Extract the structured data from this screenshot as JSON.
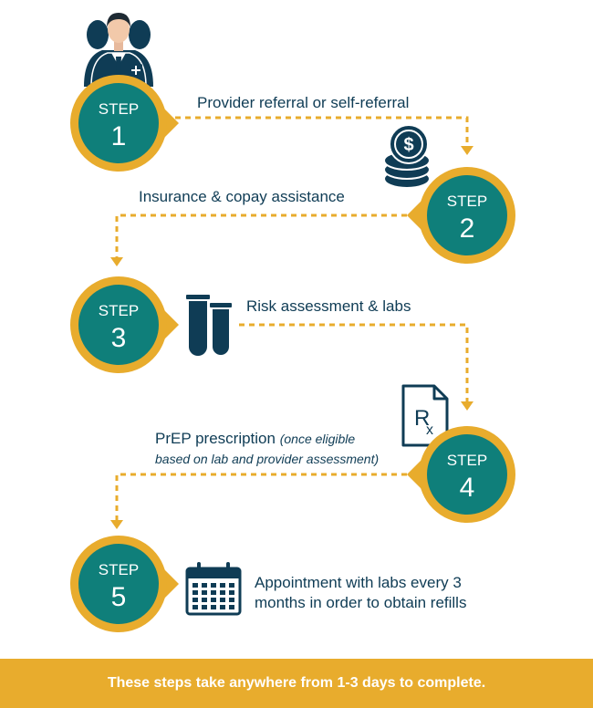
{
  "colors": {
    "teal": "#0f7f7a",
    "gold": "#e8ac2d",
    "navy": "#0f3c55",
    "white": "#ffffff"
  },
  "steps": [
    {
      "word": "STEP",
      "num": "1",
      "text": "Provider referral or self-referral",
      "icon": "provider-icon"
    },
    {
      "word": "STEP",
      "num": "2",
      "text": "Insurance & copay assistance",
      "icon": "coins-icon"
    },
    {
      "word": "STEP",
      "num": "3",
      "text": "Risk assessment & labs",
      "icon": "test-tubes-icon"
    },
    {
      "word": "STEP",
      "num": "4",
      "text": "PrEP prescription",
      "note_line1": "(once eligible",
      "note_line2": "based on lab and provider assessment)",
      "icon": "rx-icon"
    },
    {
      "word": "STEP",
      "num": "5",
      "text_line1": "Appointment with labs every 3",
      "text_line2": "months in order to obtain refills",
      "icon": "calendar-icon"
    }
  ],
  "footer": {
    "text": "These steps take anywhere from 1-3 days to complete."
  }
}
